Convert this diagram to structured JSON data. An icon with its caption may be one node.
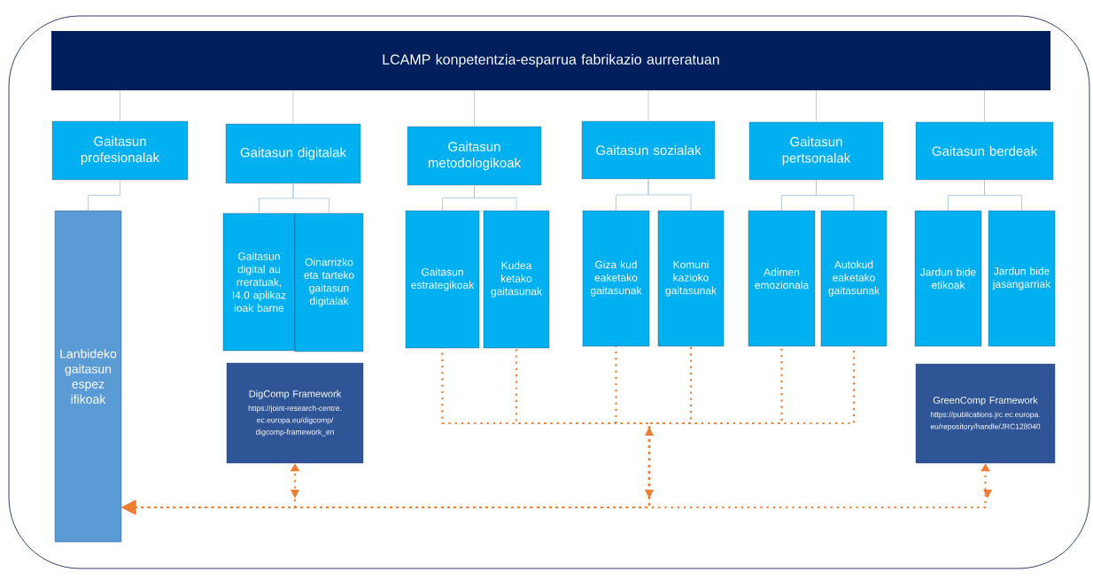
{
  "diagram": {
    "nodes": [
      {
        "text": [
          "LCAMP konpetentzia-esparrua fabrikazio aurreratuan"
        ]
      },
      {
        "text": [
          "Gaitasun profesionalak"
        ]
      },
      {
        "text": [
          "Gaitasun digitalak"
        ]
      },
      {
        "text": [
          "Gaitasun metodologikoak"
        ]
      },
      {
        "text": [
          "Gaitasun sozialak"
        ]
      },
      {
        "text": [
          "Gaitasun pertsonalak"
        ]
      },
      {
        "text": [
          "Gaitasun berdeak"
        ]
      },
      {
        "text": [
          "Lanbideko gaitasun espezifikoak"
        ]
      },
      {
        "text": [
          "Gaitasun digital aurreratuak, I4.0 aplikazioak barne"
        ]
      },
      {
        "text": [
          "Oinarrizko eta tarteko gaitasun digitalak"
        ]
      },
      {
        "text": [
          "DigComp Framework",
          "https://joint-research-centre.ec.europa.eu/digcomp/digcomp-framework_en"
        ]
      },
      {
        "text": [
          "Gaitasun estrategikoak"
        ]
      },
      {
        "text": [
          "Kudeaketako gaitasunak"
        ]
      },
      {
        "text": [
          "Giza kudeaketako gaitasunak"
        ]
      },
      {
        "text": [
          "Komunikazioko gaitasunak"
        ]
      },
      {
        "text": [
          "Adimen emozionala"
        ]
      },
      {
        "text": [
          "Autokudeaketako gaitasunak"
        ]
      },
      {
        "text": [
          "Jardun bide etikoak"
        ]
      },
      {
        "text": [
          "Jardun bide jasangarriak"
        ]
      },
      {
        "text": [
          "GreenComp Framework",
          "https://publications.jrc.ec.europa.eu/repository/handle/JRC128040"
        ]
      }
    ],
    "edges": [
      {
        "from": 0,
        "to": 1,
        "arrow": "none",
        "color": "#bfbfbf"
      },
      {
        "from": 0,
        "to": 2,
        "arrow": "none",
        "color": "#bfbfbf"
      },
      {
        "from": 0,
        "to": 3,
        "arrow": "none",
        "color": "#bfbfbf"
      },
      {
        "from": 0,
        "to": 4,
        "arrow": "none",
        "color": "#bfbfbf"
      },
      {
        "from": 0,
        "to": 5,
        "arrow": "none",
        "color": "#bfbfbf"
      },
      {
        "from": 0,
        "to": 6,
        "arrow": "none",
        "color": "#bfbfbf"
      },
      {
        "from": 1,
        "to": 7,
        "arrow": "none"
      },
      {
        "from": 2,
        "to": 8,
        "arrow": "none"
      },
      {
        "from": 2,
        "to": 9,
        "arrow": "none"
      },
      {
        "from": 3,
        "to": 11,
        "arrow": "none"
      },
      {
        "from": 3,
        "to": 12,
        "arrow": "none"
      },
      {
        "from": 4,
        "to": 13,
        "arrow": "none"
      },
      {
        "from": 4,
        "to": 14,
        "arrow": "none"
      },
      {
        "from": 5,
        "to": 15,
        "arrow": "none"
      },
      {
        "from": 5,
        "to": 16,
        "arrow": "none"
      },
      {
        "from": 6,
        "to": 17,
        "arrow": "none"
      },
      {
        "from": 6,
        "to": 18,
        "arrow": "none"
      },
      {
        "from": 11,
        "to": 7,
        "arrow": "to",
        "style": "dashed",
        "color": "#ed7d31"
      },
      {
        "from": 12,
        "to": 7,
        "arrow": "to",
        "style": "dashed",
        "color": "#ed7d31"
      },
      {
        "from": 13,
        "to": 7,
        "arrow": "to",
        "style": "dashed",
        "color": "#ed7d31"
      },
      {
        "from": 14,
        "to": 7,
        "arrow": "to",
        "style": "dashed",
        "color": "#ed7d31"
      },
      {
        "from": 15,
        "to": 7,
        "arrow": "to",
        "style": "dashed",
        "color": "#ed7d31"
      },
      {
        "from": 16,
        "to": 7,
        "arrow": "to",
        "style": "dashed",
        "color": "#ed7d31"
      },
      {
        "from": 7,
        "to": 10,
        "arrow": "to",
        "style": "dashed",
        "color": "#ed7d31"
      },
      {
        "from": 7,
        "to": 19,
        "arrow": "to",
        "style": "dashed",
        "color": "#ed7d31"
      }
    ]
  }
}
